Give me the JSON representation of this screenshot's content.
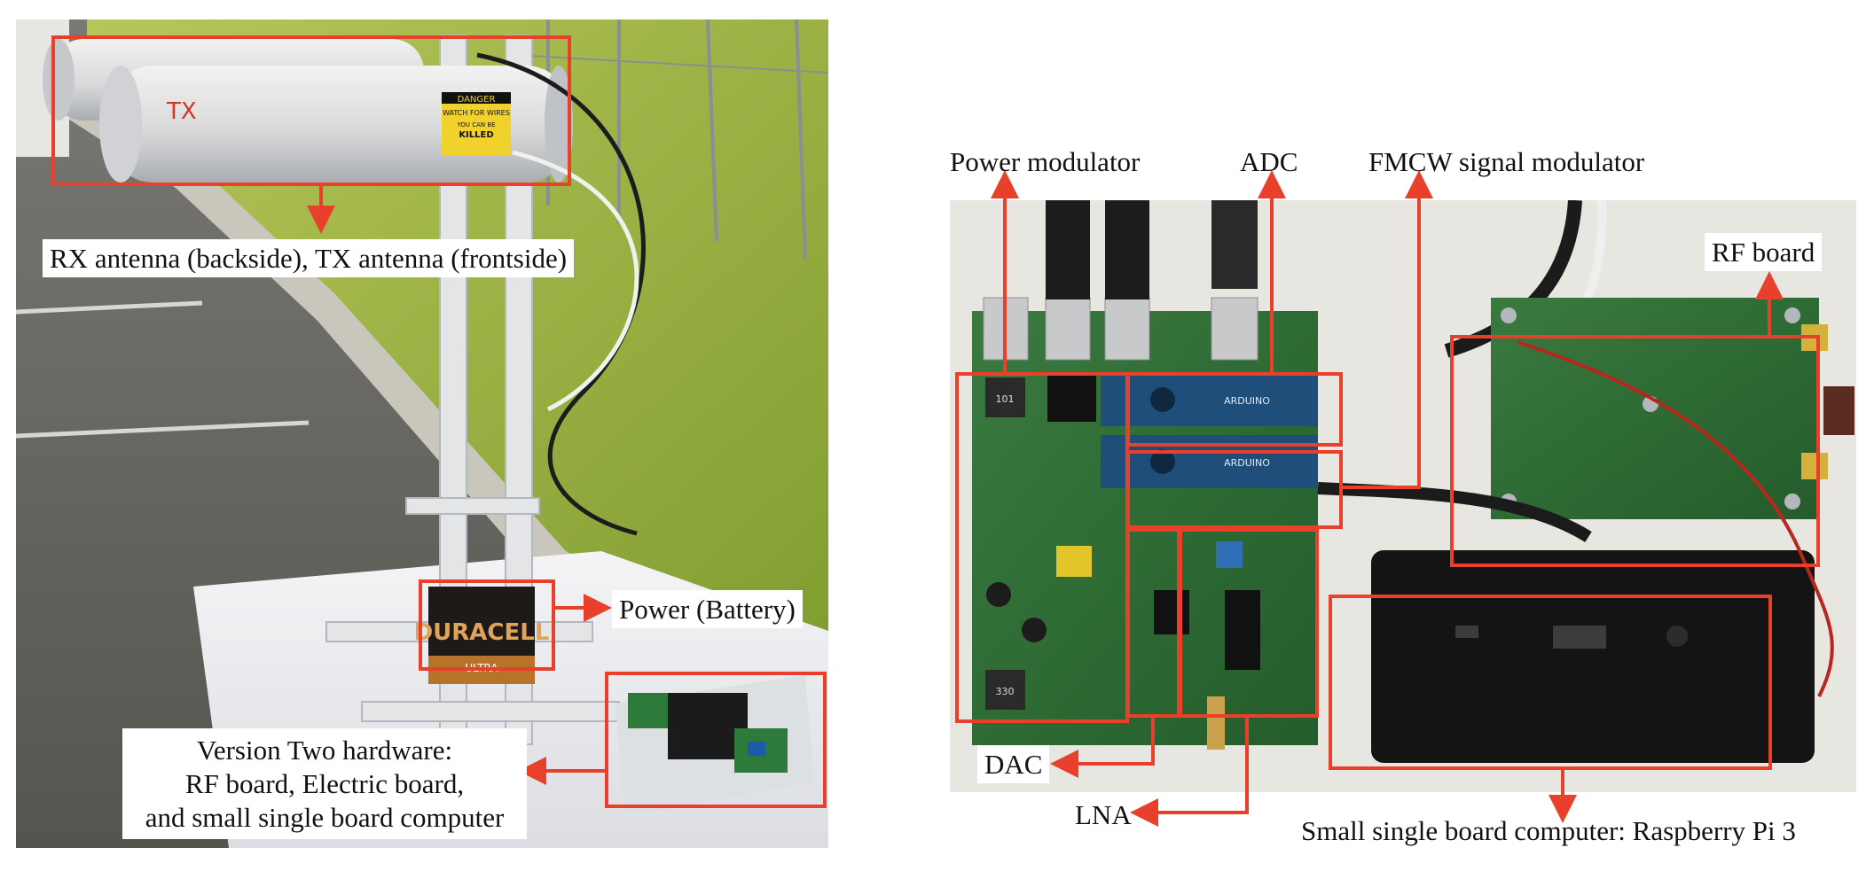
{
  "left_photo": {
    "labels": {
      "antenna": "RX antenna (backside), TX antenna (frontside)",
      "power": "Power (Battery)",
      "hardware_line1": "Version Two hardware:",
      "hardware_line2": "RF board, Electric board,",
      "hardware_line3": "and small single board computer"
    },
    "tx_marking": "TX",
    "warning_sticker": {
      "line1": "DANGER",
      "line2": "WATCH FOR WIRES",
      "line3": "YOU CAN BE",
      "line4": "KILLED"
    },
    "battery_brand": "DURACELL",
    "battery_sub": "ULTRA"
  },
  "right_photo": {
    "labels": {
      "power_modulator": "Power modulator",
      "adc": "ADC",
      "fmcw": "FMCW signal modulator",
      "rf_board": "RF board",
      "dac": "DAC",
      "lna": "LNA",
      "sbc": "Small single board computer: Raspberry Pi 3"
    },
    "chip_marking_1": "ARDUINO",
    "chip_marking_2": "ARDUINO",
    "inductor_1": "101",
    "inductor_2": "330"
  },
  "colors": {
    "annotation_red": "#e8402a",
    "pcb_green": "#2e6b35",
    "board_blue": "#1f4e7a",
    "grass": "#8fae3c",
    "asphalt": "#5e5d5b",
    "background": "#ffffff"
  }
}
